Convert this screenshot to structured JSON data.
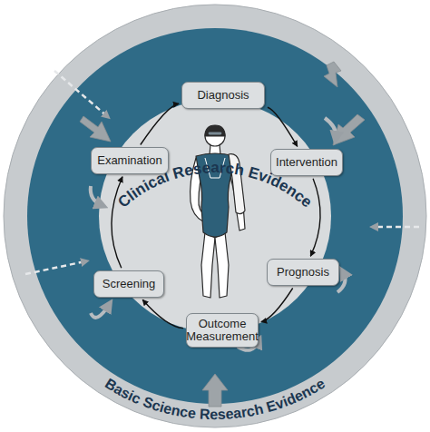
{
  "diagram": {
    "nodes": [
      {
        "text": [
          "Diagnosis"
        ]
      },
      {
        "text": [
          "Examination"
        ]
      },
      {
        "text": [
          "Intervention"
        ]
      },
      {
        "text": [
          "Screening"
        ]
      },
      {
        "text": [
          "Prognosis"
        ]
      },
      {
        "text": [
          "Outcome Measurement"
        ]
      }
    ],
    "edges": [
      {
        "from": 0,
        "to": 2,
        "arrow": "to"
      },
      {
        "from": 2,
        "to": 4,
        "arrow": "to"
      },
      {
        "from": 4,
        "to": 5,
        "arrow": "to"
      },
      {
        "from": 5,
        "to": 3,
        "arrow": "to"
      },
      {
        "from": 3,
        "to": 1,
        "arrow": "to"
      },
      {
        "from": 1,
        "to": 0,
        "arrow": "to"
      }
    ],
    "labels": [
      "Clinical Research Evidence",
      "Basic Science Research Evidence"
    ]
  }
}
